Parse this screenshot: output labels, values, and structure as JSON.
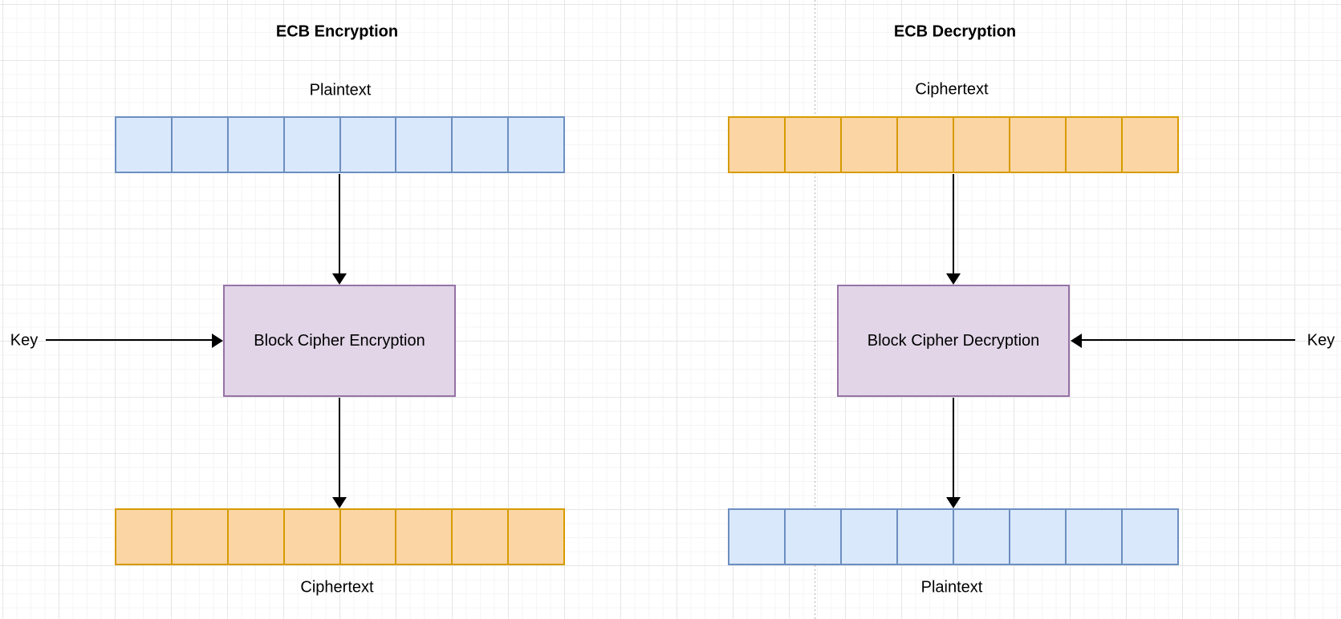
{
  "colors": {
    "plaintext-fill": "#dae8fc",
    "plaintext-stroke": "#6c8ebf",
    "ciphertext-fill": "#fbd5a4",
    "ciphertext-stroke": "#d79b00",
    "cipher-fill": "#e1d5e7",
    "cipher-stroke": "#9673a6",
    "arrow": "#000000",
    "grid-minor": "#f5f5f5",
    "grid-major": "#e6e6e6",
    "page-divider": "#b3b3b3"
  },
  "diagram": {
    "encryption": {
      "title": "ECB Encryption",
      "input_label": "Plaintext",
      "cipher_label": "Block Cipher Encryption",
      "key_label": "Key",
      "output_label": "Ciphertext",
      "blocks": 8
    },
    "decryption": {
      "title": "ECB Decryption",
      "input_label": "Ciphertext",
      "cipher_label": "Block Cipher Decryption",
      "key_label": "Key",
      "output_label": "Plaintext",
      "blocks": 8
    }
  }
}
